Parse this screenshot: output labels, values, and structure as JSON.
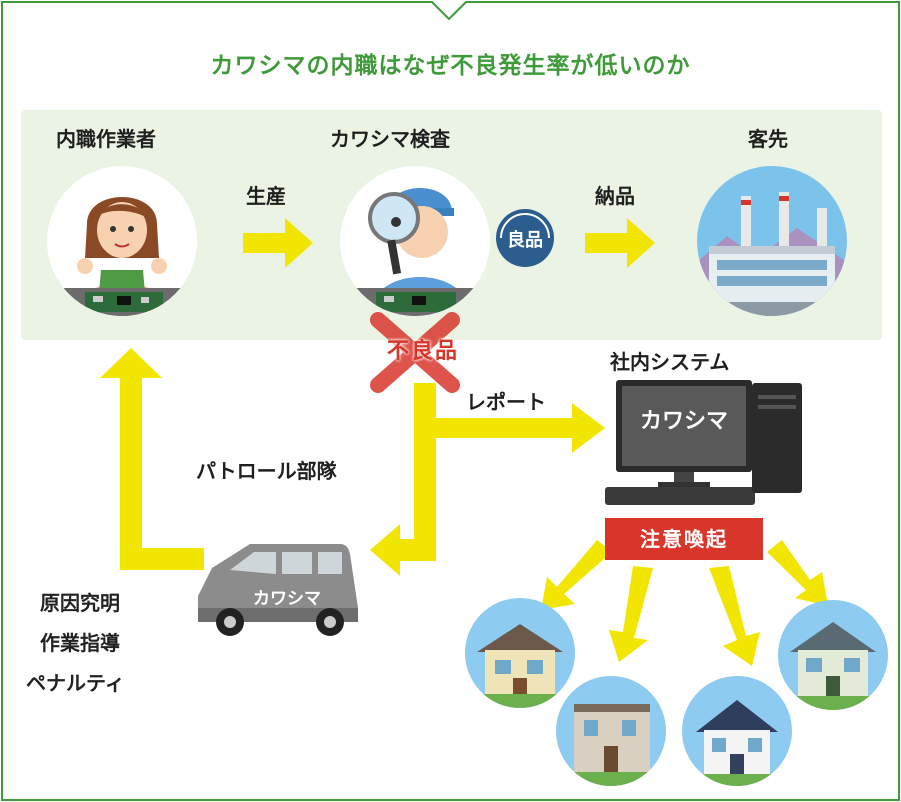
{
  "title": "カワシマの内職はなぜ不良発生率が低いのか",
  "nodes": {
    "worker": "内職作業者",
    "inspection": "カワシマ検査",
    "customer": "客先",
    "system": "社内システム",
    "patrol": "パトロール部隊"
  },
  "edges": {
    "produce": "生産",
    "deliver": "納品",
    "report": "レポート"
  },
  "badges": {
    "good": "良品",
    "defect": "不良品",
    "alert": "注意喚起"
  },
  "brand": {
    "monitor": "カワシマ",
    "van": "カワシマ"
  },
  "actions": [
    "原因究明",
    "作業指導",
    "ペナルティ"
  ],
  "colors": {
    "accent_green": "#3f9b3a",
    "arrow_yellow": "#f2e600",
    "alert_red": "#d9362b",
    "panel_bg": "#eaf3e4"
  }
}
